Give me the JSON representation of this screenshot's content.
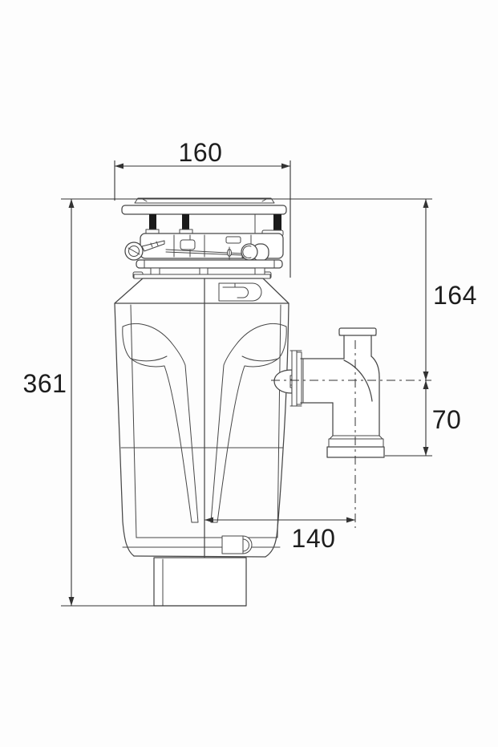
{
  "drawing": {
    "colors": {
      "background": "#fdfdfd",
      "line": "#474747",
      "dimension_line": "#333333",
      "text": "#1d1d1d",
      "stud_fill": "#1a1a1a"
    },
    "dimensions": {
      "top_width": {
        "label": "160"
      },
      "overall_height": {
        "label": "361"
      },
      "flange_to_outlet": {
        "label": "164"
      },
      "outlet_drop": {
        "label": "70"
      },
      "center_to_outlet": {
        "label": "140"
      }
    }
  }
}
